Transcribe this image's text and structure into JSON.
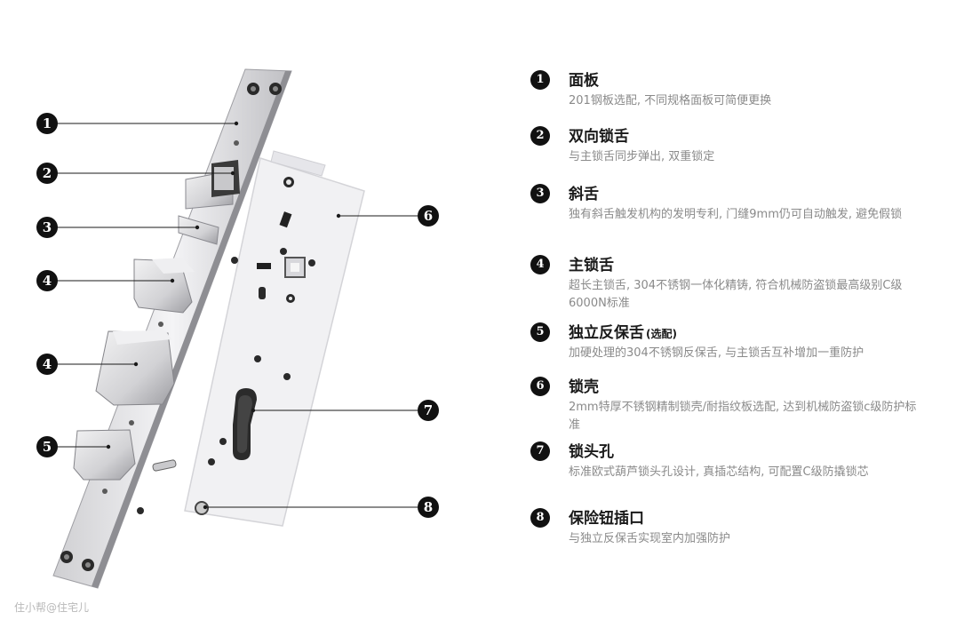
{
  "diagram": {
    "callouts": [
      {
        "num": "1"
      },
      {
        "num": "2"
      },
      {
        "num": "3"
      },
      {
        "num": "4"
      },
      {
        "num": "4"
      },
      {
        "num": "5"
      },
      {
        "num": "6"
      },
      {
        "num": "7"
      },
      {
        "num": "8"
      }
    ]
  },
  "features": [
    {
      "num": "1",
      "title": "面板",
      "title_suffix": "",
      "desc": "201钢板选配, 不同规格面板可简便更换"
    },
    {
      "num": "2",
      "title": "双向锁舌",
      "title_suffix": "",
      "desc": "与主锁舌同步弹出, 双重锁定"
    },
    {
      "num": "3",
      "title": "斜舌",
      "title_suffix": "",
      "desc": "独有斜舌触发机构的发明专利, 门缝9mm仍可自动触发, 避免假锁"
    },
    {
      "num": "4",
      "title": "主锁舌",
      "title_suffix": "",
      "desc": "超长主锁舌, 304不锈钢一体化精铸, 符合机械防盗锁最高级别C级6000N标准"
    },
    {
      "num": "5",
      "title": "独立反保舌",
      "title_suffix": "(选配)",
      "desc": "加硬处理的304不锈钢反保舌, 与主锁舌互补增加一重防护"
    },
    {
      "num": "6",
      "title": "锁壳",
      "title_suffix": "",
      "desc": "2mm特厚不锈钢精制锁壳/耐指纹板选配, 达到机械防盗锁c级防护标准"
    },
    {
      "num": "7",
      "title": "锁头孔",
      "title_suffix": "",
      "desc": "标准欧式葫芦锁头孔设计, 真插芯结构, 可配置C级防撬锁芯"
    },
    {
      "num": "8",
      "title": "保险钮插口",
      "title_suffix": "",
      "desc": "与独立反保舌实现室内加强防护"
    }
  ],
  "watermark": "住小帮@住宅儿"
}
